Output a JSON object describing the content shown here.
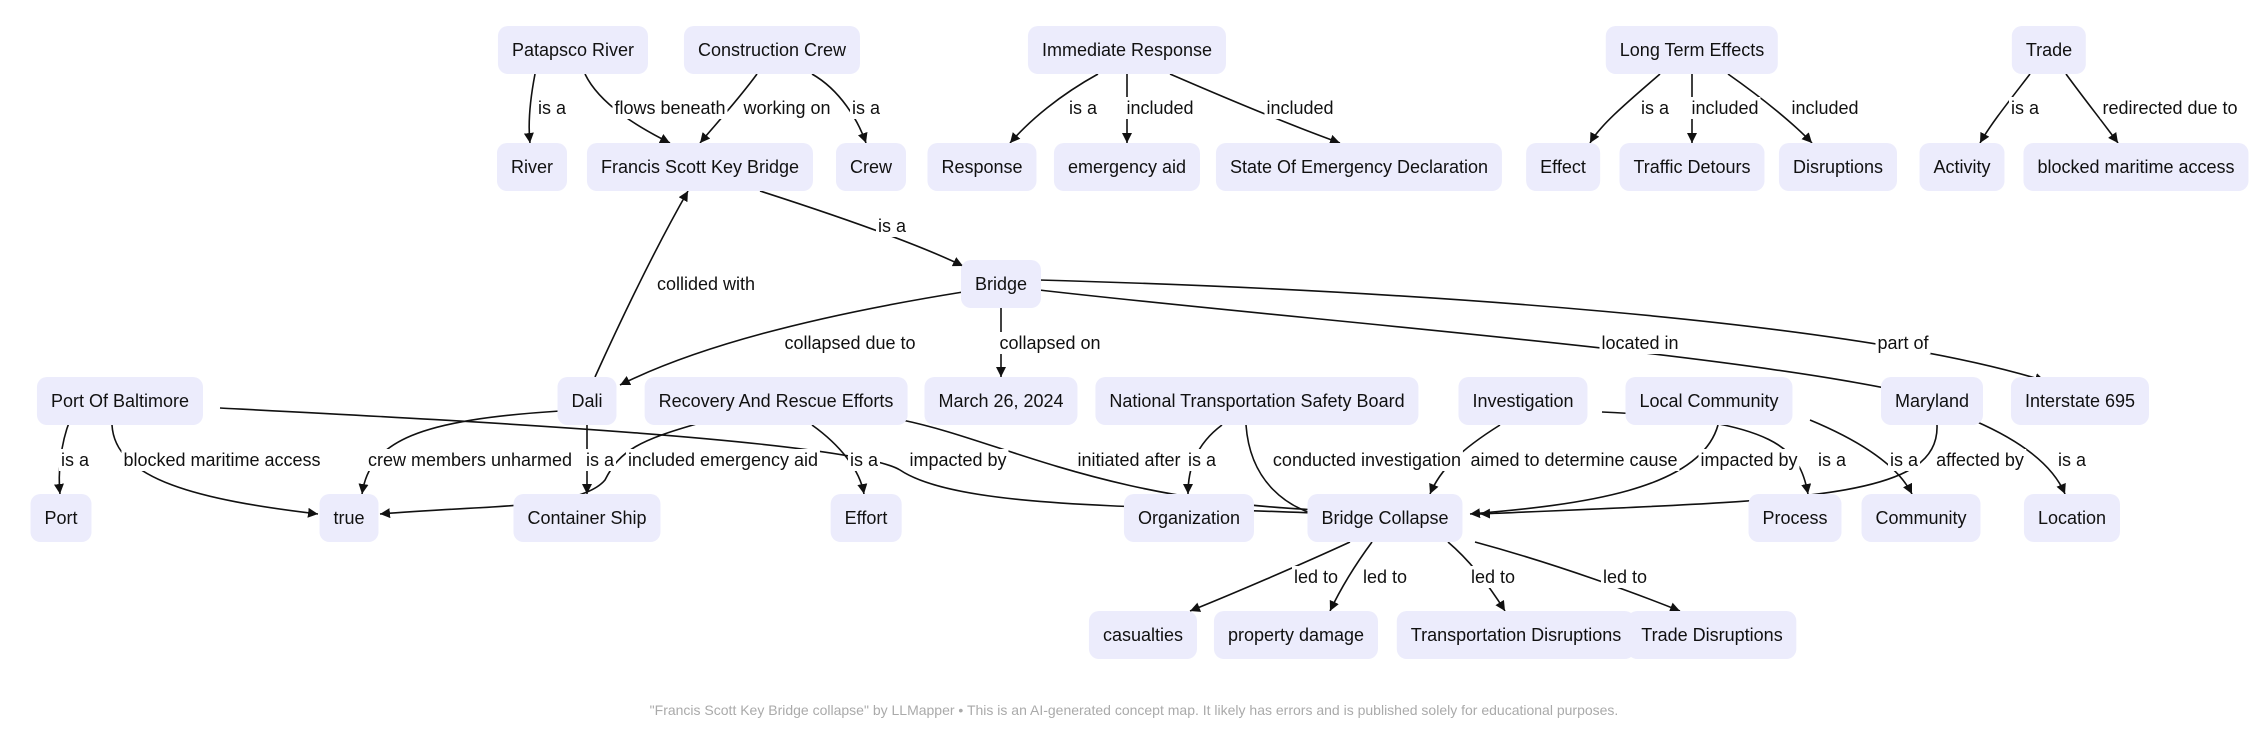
{
  "diagram": {
    "nodes": [
      {
        "id": "patapsco",
        "label": "Patapsco River"
      },
      {
        "id": "crew_src",
        "label": "Construction Crew"
      },
      {
        "id": "immediate",
        "label": "Immediate Response"
      },
      {
        "id": "longterm",
        "label": "Long Term Effects"
      },
      {
        "id": "trade",
        "label": "Trade"
      },
      {
        "id": "river",
        "label": "River"
      },
      {
        "id": "fskb",
        "label": "Francis Scott Key Bridge"
      },
      {
        "id": "crew",
        "label": "Crew"
      },
      {
        "id": "response",
        "label": "Response"
      },
      {
        "id": "aid",
        "label": "emergency aid"
      },
      {
        "id": "soe",
        "label": "State Of Emergency Declaration"
      },
      {
        "id": "effect",
        "label": "Effect"
      },
      {
        "id": "detours",
        "label": "Traffic Detours"
      },
      {
        "id": "disruptions",
        "label": "Disruptions"
      },
      {
        "id": "activity",
        "label": "Activity"
      },
      {
        "id": "bma",
        "label": "blocked maritime access"
      },
      {
        "id": "bridge",
        "label": "Bridge"
      },
      {
        "id": "port_balt",
        "label": "Port Of Baltimore"
      },
      {
        "id": "dali",
        "label": "Dali"
      },
      {
        "id": "rescue",
        "label": "Recovery And Rescue Efforts"
      },
      {
        "id": "date",
        "label": "March 26, 2024"
      },
      {
        "id": "ntsb",
        "label": "National Transportation Safety Board"
      },
      {
        "id": "investigation",
        "label": "Investigation"
      },
      {
        "id": "community_src",
        "label": "Local Community"
      },
      {
        "id": "maryland",
        "label": "Maryland"
      },
      {
        "id": "i695",
        "label": "Interstate 695"
      },
      {
        "id": "port",
        "label": "Port"
      },
      {
        "id": "true",
        "label": "true"
      },
      {
        "id": "ship",
        "label": "Container Ship"
      },
      {
        "id": "effort",
        "label": "Effort"
      },
      {
        "id": "org",
        "label": "Organization"
      },
      {
        "id": "collapse",
        "label": "Bridge Collapse"
      },
      {
        "id": "process",
        "label": "Process"
      },
      {
        "id": "community",
        "label": "Community"
      },
      {
        "id": "location",
        "label": "Location"
      },
      {
        "id": "casualties",
        "label": "casualties"
      },
      {
        "id": "damage",
        "label": "property damage"
      },
      {
        "id": "transport",
        "label": "Transportation Disruptions"
      },
      {
        "id": "tradedis",
        "label": "Trade Disruptions"
      }
    ],
    "edges": [
      {
        "from": "patapsco",
        "to": "river",
        "label": "is a"
      },
      {
        "from": "patapsco",
        "to": "fskb",
        "label": "flows beneath"
      },
      {
        "from": "crew_src",
        "to": "fskb",
        "label": "working on"
      },
      {
        "from": "crew_src",
        "to": "crew",
        "label": "is a"
      },
      {
        "from": "immediate",
        "to": "response",
        "label": "is a"
      },
      {
        "from": "immediate",
        "to": "aid",
        "label": "included"
      },
      {
        "from": "immediate",
        "to": "soe",
        "label": "included"
      },
      {
        "from": "longterm",
        "to": "effect",
        "label": "is a"
      },
      {
        "from": "longterm",
        "to": "detours",
        "label": "included"
      },
      {
        "from": "longterm",
        "to": "disruptions",
        "label": "included"
      },
      {
        "from": "trade",
        "to": "activity",
        "label": "is a"
      },
      {
        "from": "trade",
        "to": "bma",
        "label": "redirected due to"
      },
      {
        "from": "fskb",
        "to": "bridge",
        "label": "is a"
      },
      {
        "from": "dali",
        "to": "fskb",
        "label": "collided with"
      },
      {
        "from": "bridge",
        "to": "dali",
        "label": "collapsed due to"
      },
      {
        "from": "bridge",
        "to": "date",
        "label": "collapsed on"
      },
      {
        "from": "bridge",
        "to": "maryland",
        "label": "located in"
      },
      {
        "from": "bridge",
        "to": "i695",
        "label": "part of"
      },
      {
        "from": "port_balt",
        "to": "port",
        "label": "is a"
      },
      {
        "from": "port_balt",
        "to": "true",
        "label": "blocked maritime access"
      },
      {
        "from": "port_balt",
        "to": "collapse",
        "label": "impacted by"
      },
      {
        "from": "dali",
        "to": "true",
        "label": "crew members unharmed"
      },
      {
        "from": "dali",
        "to": "ship",
        "label": "is a"
      },
      {
        "from": "rescue",
        "to": "true",
        "label": "included emergency aid"
      },
      {
        "from": "rescue",
        "to": "effort",
        "label": "is a"
      },
      {
        "from": "rescue",
        "to": "collapse",
        "label": "initiated after"
      },
      {
        "from": "ntsb",
        "to": "org",
        "label": "is a"
      },
      {
        "from": "ntsb",
        "to": "collapse",
        "label": "conducted investigation"
      },
      {
        "from": "investigation",
        "to": "collapse",
        "label": "aimed to determine cause"
      },
      {
        "from": "investigation",
        "to": "process",
        "label": "is a"
      },
      {
        "from": "community_src",
        "to": "collapse",
        "label": "impacted by"
      },
      {
        "from": "community_src",
        "to": "community",
        "label": "is a"
      },
      {
        "from": "maryland",
        "to": "collapse",
        "label": "affected by"
      },
      {
        "from": "maryland",
        "to": "location",
        "label": "is a"
      },
      {
        "from": "collapse",
        "to": "casualties",
        "label": "led to"
      },
      {
        "from": "collapse",
        "to": "damage",
        "label": "led to"
      },
      {
        "from": "collapse",
        "to": "transport",
        "label": "led to"
      },
      {
        "from": "collapse",
        "to": "tradedis",
        "label": "led to"
      }
    ]
  },
  "caption": "\"Francis Scott Key Bridge collapse\" by LLMapper • This is an AI-generated concept map. It likely has errors and is published solely for educational purposes.",
  "colors": {
    "node_fill": "#ececfc",
    "edge": "#111111",
    "caption": "#aaaaaa"
  }
}
